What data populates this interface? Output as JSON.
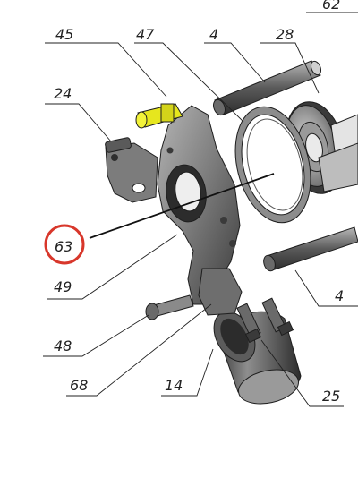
{
  "drawing": {
    "callouts": [
      {
        "id": "62",
        "text": "62"
      },
      {
        "id": "45",
        "text": "45"
      },
      {
        "id": "47",
        "text": "47"
      },
      {
        "id": "4a",
        "text": "4"
      },
      {
        "id": "28",
        "text": "28"
      },
      {
        "id": "24",
        "text": "24"
      },
      {
        "id": "63",
        "text": "63"
      },
      {
        "id": "49",
        "text": "49"
      },
      {
        "id": "4b",
        "text": "4"
      },
      {
        "id": "48",
        "text": "48"
      },
      {
        "id": "68",
        "text": "68"
      },
      {
        "id": "14",
        "text": "14"
      },
      {
        "id": "25",
        "text": "25"
      }
    ],
    "highlight": {
      "callout": "63",
      "color": "#d8372b"
    },
    "colors": {
      "highlight_part": "#e6e61e",
      "metal_dark": "#4a4a4a",
      "metal_mid": "#8a8a8a",
      "metal_light": "#c8c8c8"
    }
  }
}
